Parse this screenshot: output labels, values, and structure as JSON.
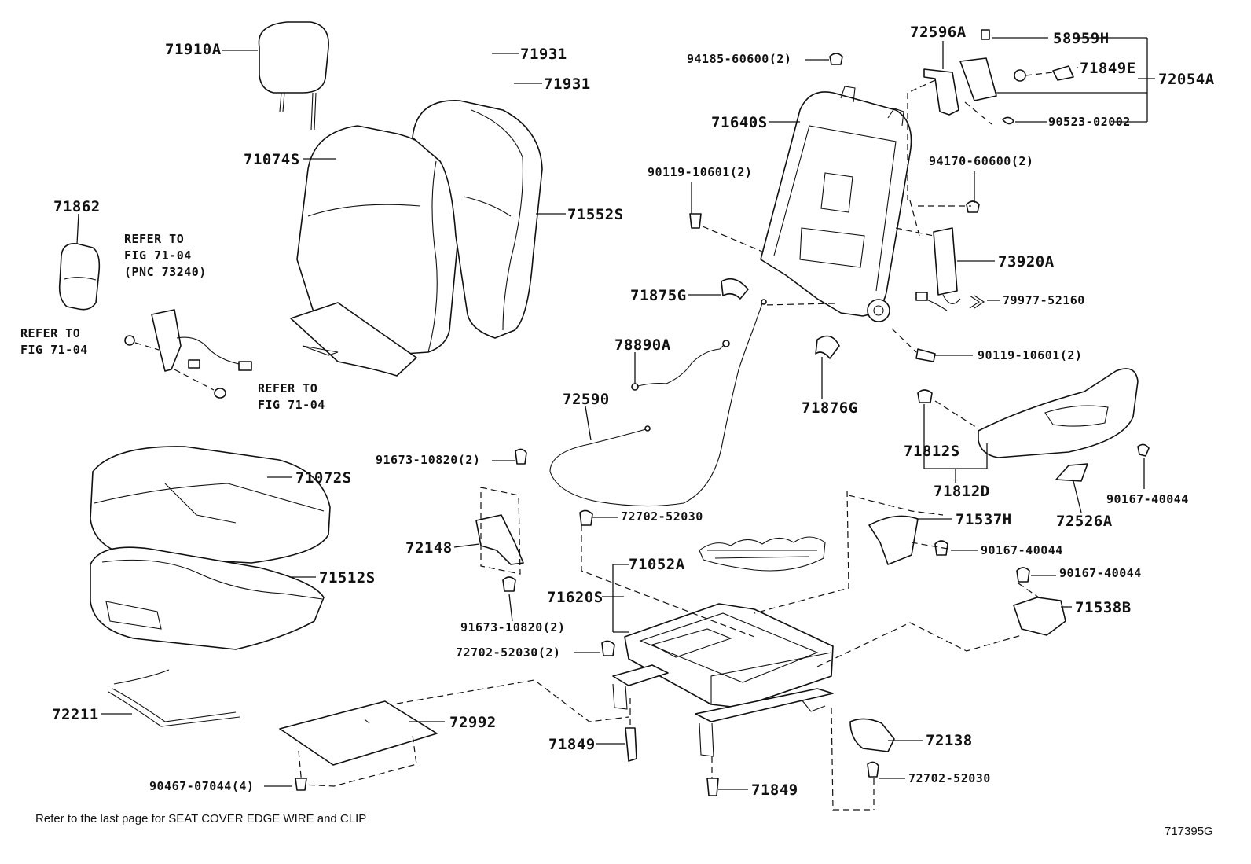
{
  "parts": [
    {
      "id": "p71910a",
      "text": "71910A"
    },
    {
      "id": "p71931a",
      "text": "71931"
    },
    {
      "id": "p71931b",
      "text": "71931"
    },
    {
      "id": "p71074s",
      "text": "71074S"
    },
    {
      "id": "p71552s",
      "text": "71552S"
    },
    {
      "id": "p71862",
      "text": "71862"
    },
    {
      "id": "p94185",
      "text": "94185-60600(2)"
    },
    {
      "id": "p72596a",
      "text": "72596A"
    },
    {
      "id": "p58959h",
      "text": "58959H"
    },
    {
      "id": "p71849e",
      "text": "71849E"
    },
    {
      "id": "p72054a",
      "text": "72054A"
    },
    {
      "id": "p71640s",
      "text": "71640S"
    },
    {
      "id": "p90523",
      "text": "90523-02002"
    },
    {
      "id": "p90119a",
      "text": "90119-10601(2)"
    },
    {
      "id": "p94170",
      "text": "94170-60600(2)"
    },
    {
      "id": "p73920a",
      "text": "73920A"
    },
    {
      "id": "p71875g",
      "text": "71875G"
    },
    {
      "id": "p79977",
      "text": "79977-52160"
    },
    {
      "id": "p78890a",
      "text": "78890A"
    },
    {
      "id": "p90119b",
      "text": "90119-10601(2)"
    },
    {
      "id": "p71876g",
      "text": "71876G"
    },
    {
      "id": "p72590",
      "text": "72590"
    },
    {
      "id": "p71812s",
      "text": "71812S"
    },
    {
      "id": "p71812d",
      "text": "71812D"
    },
    {
      "id": "p90167a",
      "text": "90167-40044"
    },
    {
      "id": "p72526a",
      "text": "72526A"
    },
    {
      "id": "p91673a",
      "text": "91673-10820(2)"
    },
    {
      "id": "p72702a",
      "text": "72702-52030"
    },
    {
      "id": "p71537h",
      "text": "71537H"
    },
    {
      "id": "p90167b",
      "text": "90167-40044"
    },
    {
      "id": "p90167c",
      "text": "90167-40044"
    },
    {
      "id": "p71072s",
      "text": "71072S"
    },
    {
      "id": "p72148",
      "text": "72148"
    },
    {
      "id": "p71052a",
      "text": "71052A"
    },
    {
      "id": "p71512s",
      "text": "71512S"
    },
    {
      "id": "p71620s",
      "text": "71620S"
    },
    {
      "id": "p71538b",
      "text": "71538B"
    },
    {
      "id": "p91673b",
      "text": "91673-10820(2)"
    },
    {
      "id": "p72702b",
      "text": "72702-52030(2)"
    },
    {
      "id": "p72211",
      "text": "72211"
    },
    {
      "id": "p72992",
      "text": "72992"
    },
    {
      "id": "p72138",
      "text": "72138"
    },
    {
      "id": "p71849a",
      "text": "71849"
    },
    {
      "id": "p72702c",
      "text": "72702-52030"
    },
    {
      "id": "p90467",
      "text": "90467-07044(4)"
    },
    {
      "id": "p71849b",
      "text": "71849"
    }
  ],
  "refs": [
    {
      "id": "r1",
      "lines": [
        "REFER TO",
        "FIG 71-04",
        "(PNC 73240)"
      ]
    },
    {
      "id": "r2",
      "lines": [
        "REFER TO",
        "FIG 71-04"
      ]
    },
    {
      "id": "r3",
      "lines": [
        "REFER TO",
        "FIG 71-04"
      ]
    }
  ],
  "footer": {
    "note": "Refer to the last page for SEAT COVER EDGE WIRE and CLIP",
    "figure_id": "717395G"
  }
}
